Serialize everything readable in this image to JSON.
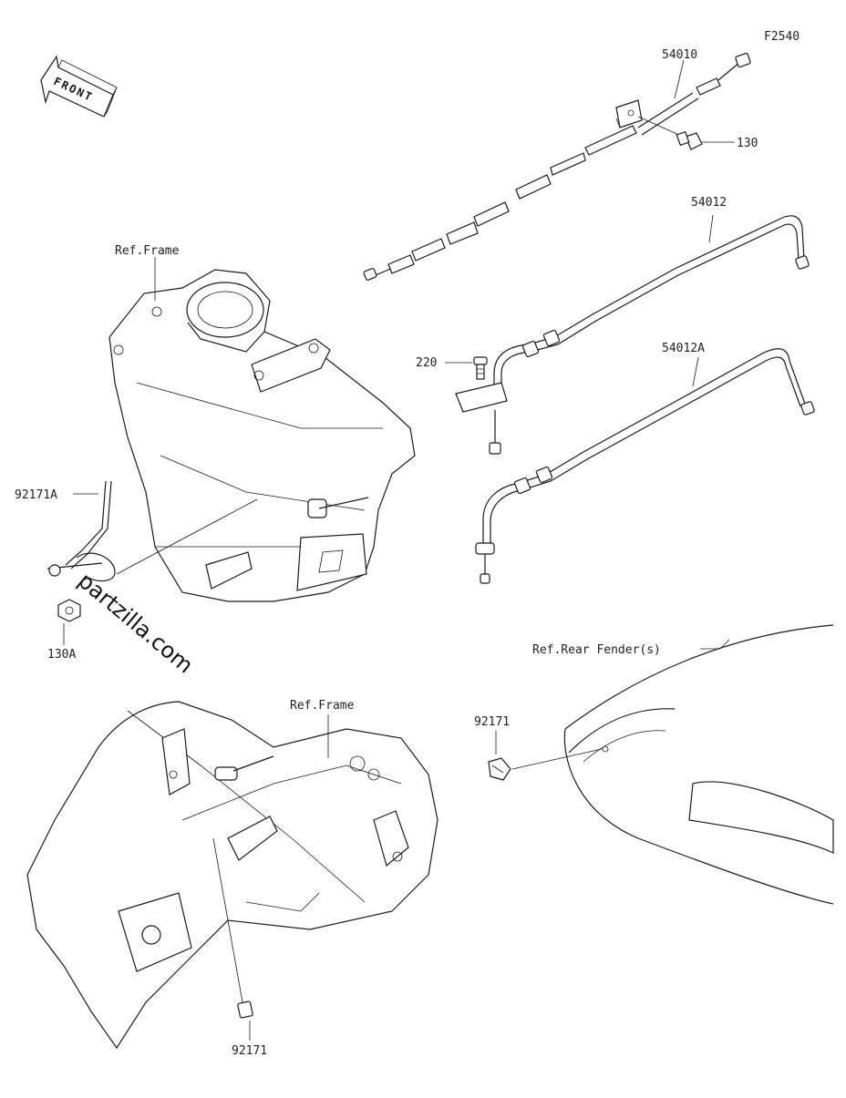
{
  "diagram_id": "F2540",
  "front_label": "FRONT",
  "watermark": "partzilla.com",
  "labels": {
    "cable_54010": "54010",
    "bolt_130": "130",
    "cable_54012": "54012",
    "screw_220": "220",
    "cable_54012A": "54012A",
    "ref_frame_top": "Ref.Frame",
    "clamp_92171A": "92171A",
    "nut_130A": "130A",
    "ref_rear_fender": "Ref.Rear Fender(s)",
    "clamp_92171_right": "92171",
    "ref_frame_bottom": "Ref.Frame",
    "clamp_92171_bottom": "92171"
  }
}
